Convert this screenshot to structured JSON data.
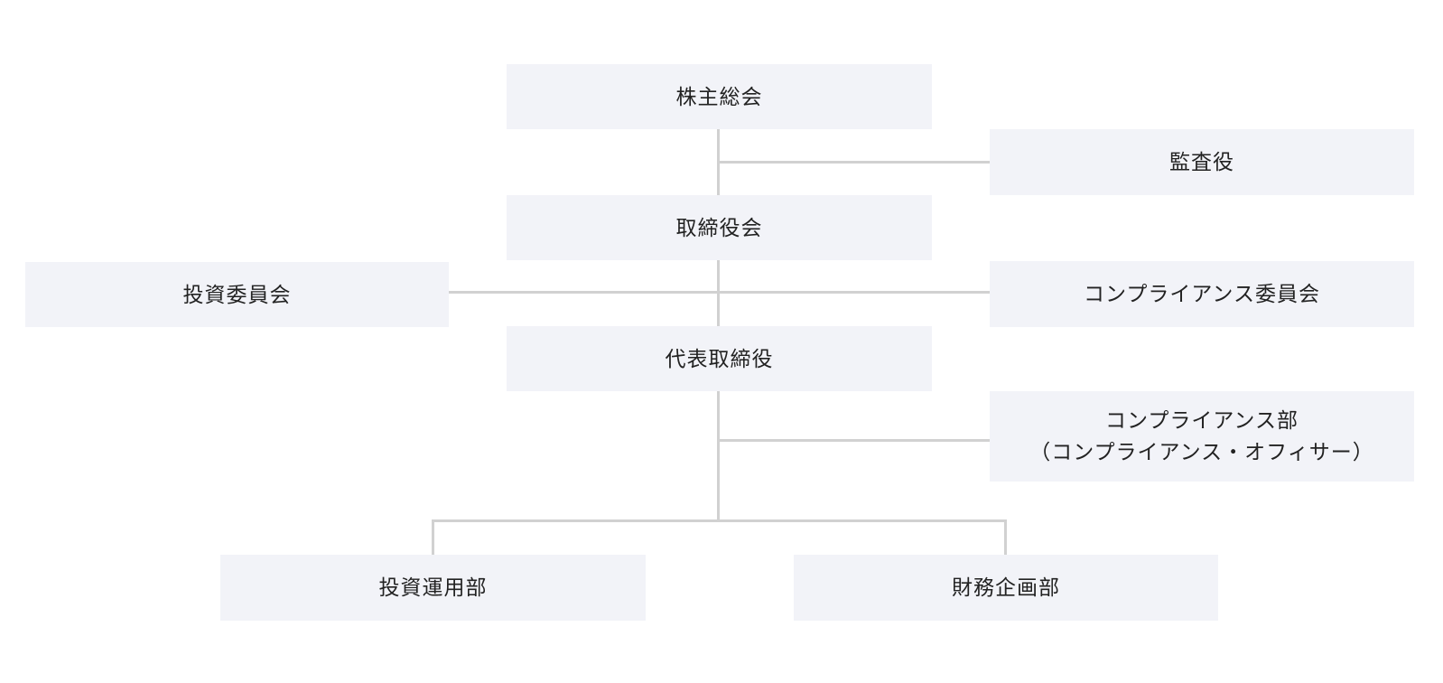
{
  "page": {
    "background_color": "#ffffff",
    "node_background_color": "#f2f3f8",
    "connector_color": "#d1d1d1",
    "text_color": "#222222"
  },
  "nodes": [
    {
      "id": "shareholders-meeting",
      "label": "株主総会"
    },
    {
      "id": "auditor",
      "label": "監査役"
    },
    {
      "id": "board-of-directors",
      "label": "取締役会"
    },
    {
      "id": "investment-committee",
      "label": "投資委員会"
    },
    {
      "id": "compliance-committee",
      "label": "コンプライアンス委員会"
    },
    {
      "id": "representative-director",
      "label": "代表取締役"
    },
    {
      "id": "compliance-department",
      "label": "コンプライアンス部",
      "label2": "（コンプライアンス・オフィサー）"
    },
    {
      "id": "investment-management-dept",
      "label": "投資運用部"
    },
    {
      "id": "financial-planning-dept",
      "label": "財務企画部"
    }
  ],
  "edges": [
    {
      "from": "shareholders-meeting",
      "to": "board-of-directors"
    },
    {
      "from": "shareholders-meeting",
      "to": "auditor"
    },
    {
      "from": "board-of-directors",
      "to": "representative-director"
    },
    {
      "from": "board-of-directors",
      "to": "investment-committee"
    },
    {
      "from": "board-of-directors",
      "to": "compliance-committee"
    },
    {
      "from": "representative-director",
      "to": "compliance-department"
    },
    {
      "from": "representative-director",
      "to": "investment-management-dept"
    },
    {
      "from": "representative-director",
      "to": "financial-planning-dept"
    }
  ]
}
